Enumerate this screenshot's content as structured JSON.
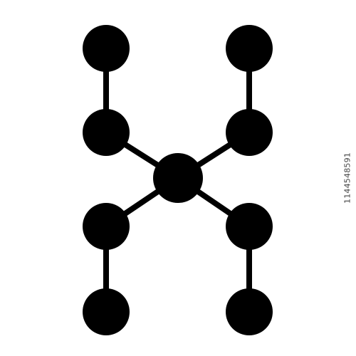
{
  "icon": {
    "name": "molecular-network-icon",
    "color": "#000000",
    "background": "#ffffff",
    "nodes": [
      "top-left",
      "upper-left",
      "center",
      "upper-right",
      "top-right",
      "lower-left",
      "bottom-left",
      "lower-right",
      "bottom-right"
    ],
    "edges": [
      [
        "top-left",
        "upper-left"
      ],
      [
        "upper-left",
        "center"
      ],
      [
        "top-right",
        "upper-right"
      ],
      [
        "upper-right",
        "center"
      ],
      [
        "center",
        "lower-left"
      ],
      [
        "lower-left",
        "bottom-left"
      ],
      [
        "center",
        "lower-right"
      ],
      [
        "lower-right",
        "bottom-right"
      ]
    ]
  },
  "image_id": "1144548591"
}
